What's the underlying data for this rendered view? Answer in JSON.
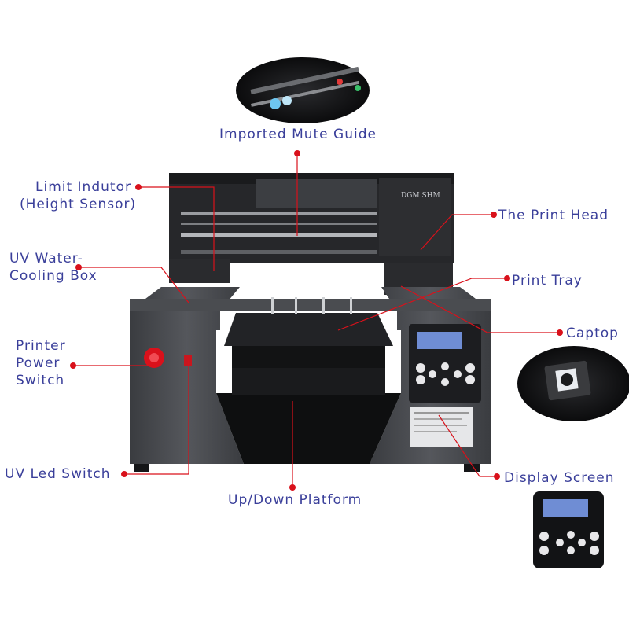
{
  "brand_text": "DGM SHM",
  "labels": {
    "mute_guide": "Imported Mute Guide",
    "limit_inductor_1": "Limit Indutor",
    "limit_inductor_2": "(Height Sensor)",
    "print_head": "The Print Head",
    "uv_cooling_1": "UV Water-",
    "uv_cooling_2": "Cooling Box",
    "print_tray": "Print Tray",
    "captop": "Captop",
    "power_1": "Printer",
    "power_2": "Power",
    "power_3": "Switch",
    "uv_led_switch": "UV Led Switch",
    "platform": "Up/Down Platform",
    "display_screen": "Display Screen"
  },
  "colors": {
    "label_text": "#3a3f9a",
    "callout_line": "#d9111b",
    "printer_body": "#4a4c50",
    "printer_dark": "#1e1f22",
    "lcd": "#6f8dd4"
  }
}
